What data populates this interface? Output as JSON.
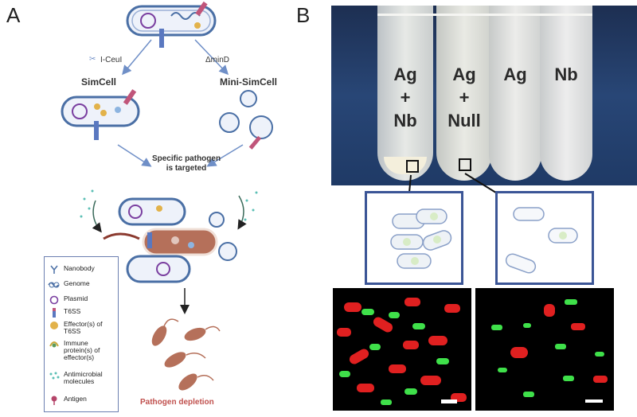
{
  "panels": {
    "a": "A",
    "b": "B"
  },
  "panel_a": {
    "left_arrow_label": "I-CeuI",
    "right_arrow_label": "ΔminD",
    "simcell_label": "SimCell",
    "minisimcell_label": "Mini-SimCell",
    "targeted_line1": "Specific pathogen",
    "targeted_line2": "is targeted",
    "depletion_label": "Pathogen depletion",
    "legend": [
      {
        "icon": "nanobody-icon",
        "text": "Nanobody"
      },
      {
        "icon": "genome-icon",
        "text": "Genome"
      },
      {
        "icon": "plasmid-icon",
        "text": "Plasmid"
      },
      {
        "icon": "t6ss-icon",
        "text": "T6SS"
      },
      {
        "icon": "effector-icon",
        "text": "Effector(s) of T6SS"
      },
      {
        "icon": "immune-protein-icon",
        "text": "Immune protein(s) of effector(s)"
      },
      {
        "icon": "antimicrobial-icon",
        "text": "Antimicrobial molecules"
      },
      {
        "icon": "antigen-icon",
        "text": "Antigen"
      }
    ],
    "colors": {
      "membrane": "#4a6fa5",
      "pathogen": "#b5705a",
      "depletion_text": "#c0504d",
      "arrow": "#6f8fc7"
    }
  },
  "panel_b": {
    "tubes": [
      {
        "lines": [
          "Ag",
          "+",
          "Nb"
        ]
      },
      {
        "lines": [
          "Ag",
          "+",
          "Null"
        ]
      },
      {
        "lines": [
          "Ag"
        ]
      },
      {
        "lines": [
          "Nb"
        ]
      }
    ],
    "colors": {
      "box_border": "#3b5596",
      "fluor_red": "#e02020",
      "fluor_green": "#3fe04a"
    }
  }
}
